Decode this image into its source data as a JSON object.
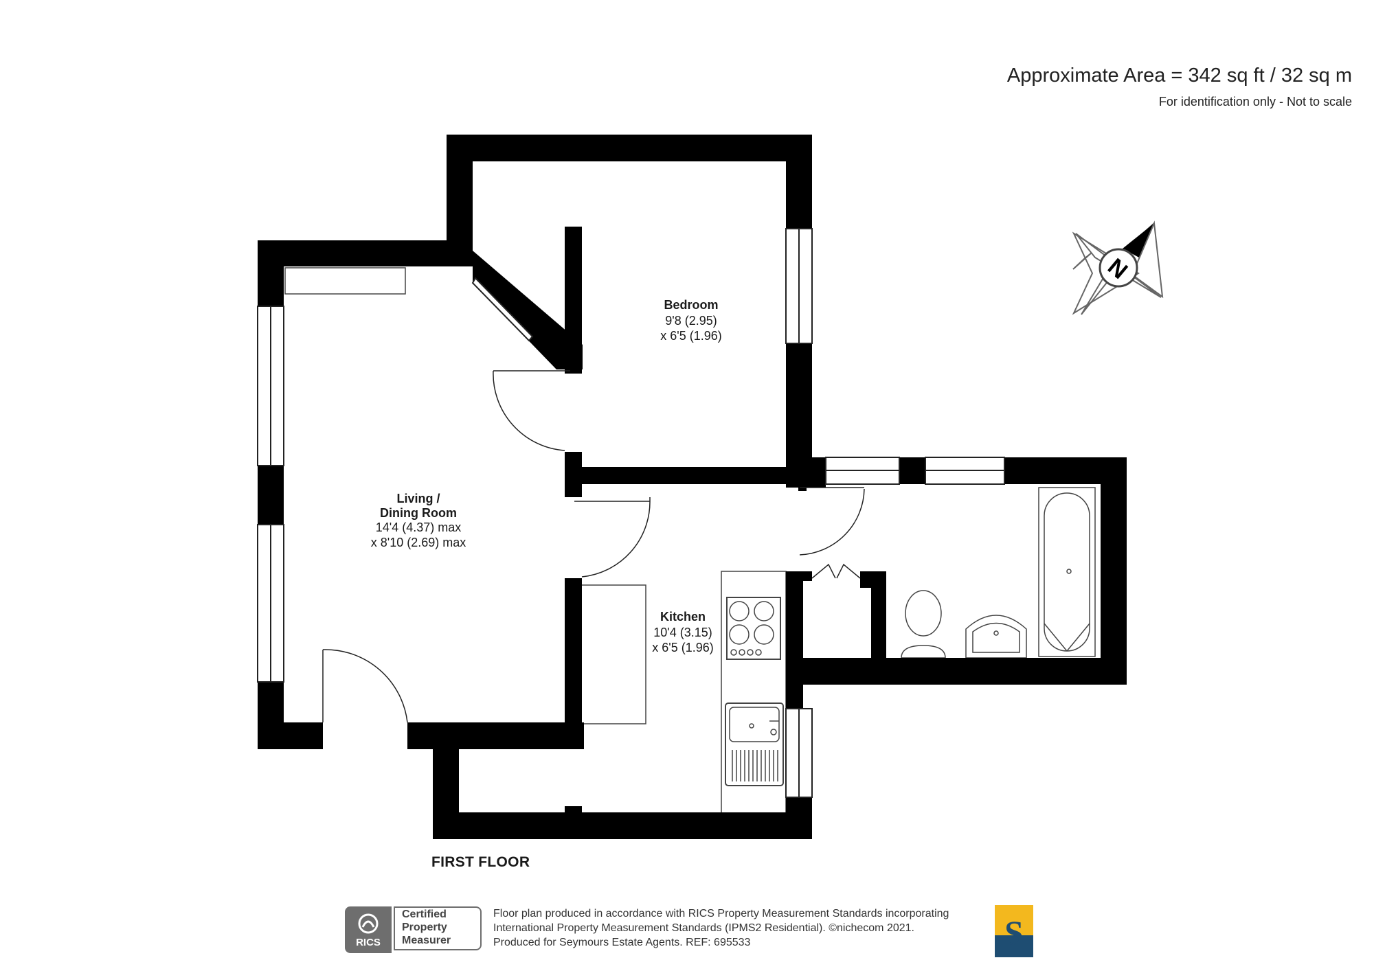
{
  "header": {
    "area": "Approximate Area = 342 sq ft / 32 sq m",
    "note": "For identification only - Not to scale"
  },
  "compass": {
    "letter": "N"
  },
  "rooms": {
    "bedroom": {
      "name": "Bedroom",
      "dim1": "9'8 (2.95)",
      "dim2": "x 6'5 (1.96)"
    },
    "living": {
      "name1": "Living /",
      "name2": "Dining Room",
      "dim1": "14'4 (4.37) max",
      "dim2": "x 8'10 (2.69) max"
    },
    "kitchen": {
      "name": "Kitchen",
      "dim1": "10'4 (3.15)",
      "dim2": "x 6'5 (1.96)"
    }
  },
  "floor_label": "FIRST FLOOR",
  "footer": {
    "line1": "Floor plan produced in accordance with RICS Property Measurement Standards incorporating",
    "line2": "International Property Measurement Standards (IPMS2 Residential).   ©nichecom 2021.",
    "line3": "Produced for Seymours Estate Agents.    REF:  695533",
    "rics": "RICS",
    "cert1": "Certified",
    "cert2": "Property",
    "cert3": "Measurer",
    "brand_letter": "S"
  },
  "colors": {
    "wall": "#000000",
    "brand_yellow": "#f3b81e",
    "brand_navy": "#1e4d72",
    "rics_grey": "#6e6e6e"
  }
}
